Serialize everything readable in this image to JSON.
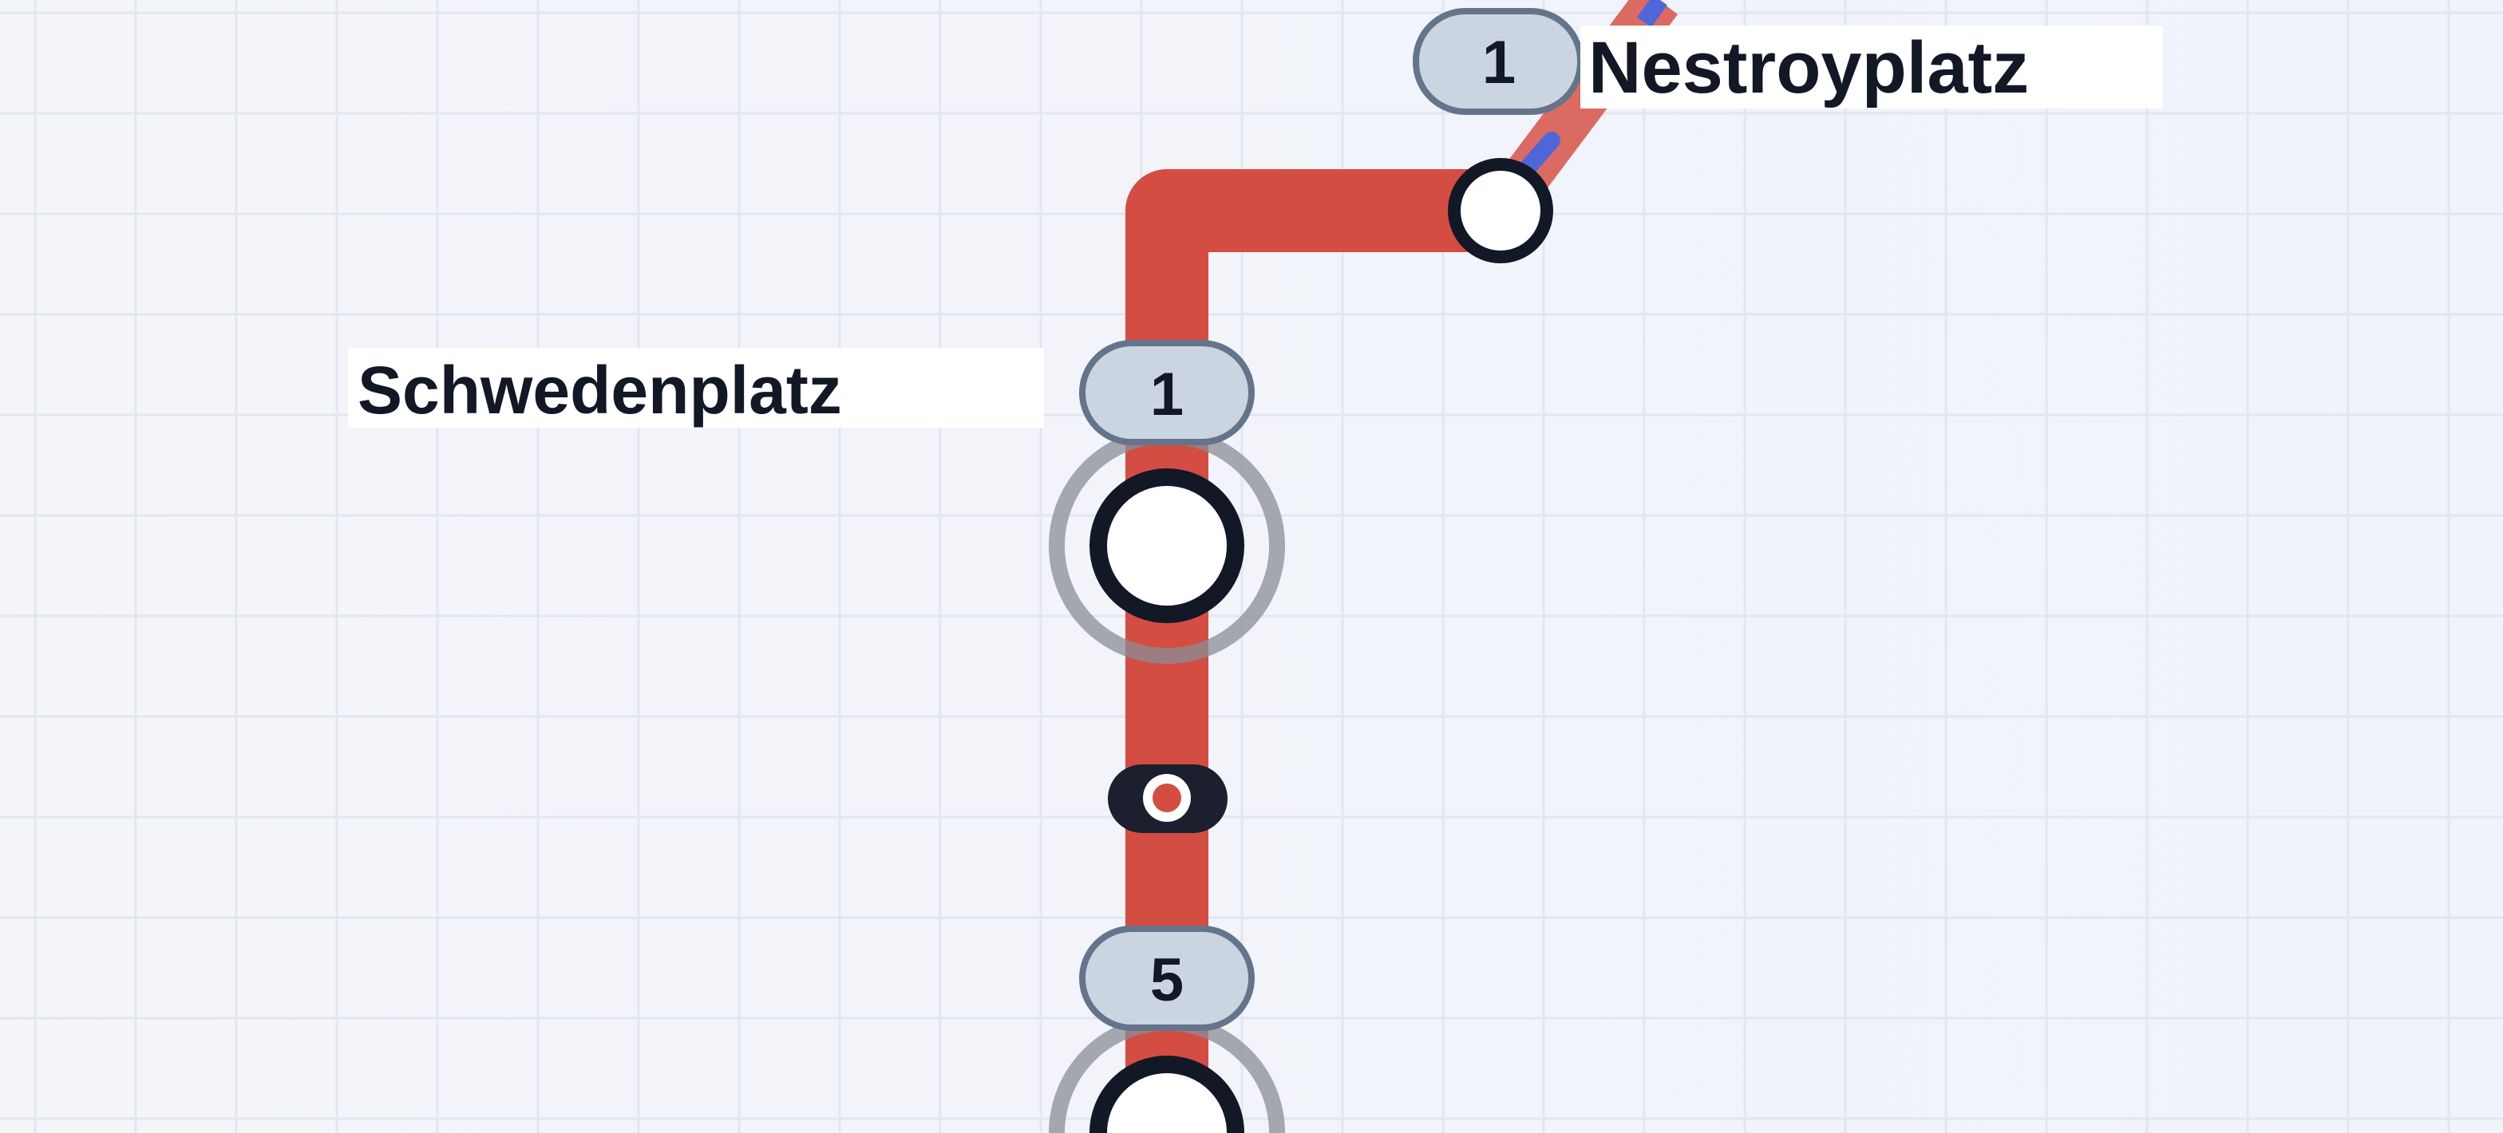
{
  "map": {
    "line_color": "#d44d43",
    "branch_color": "#db6b62",
    "secondary_line_color": "#4f66d8",
    "stations": [
      {
        "name": "Nestroyplatz",
        "badge": "1"
      },
      {
        "name": "Schwedenplatz",
        "badge": "1"
      },
      {
        "name": "",
        "badge": "5"
      }
    ]
  }
}
